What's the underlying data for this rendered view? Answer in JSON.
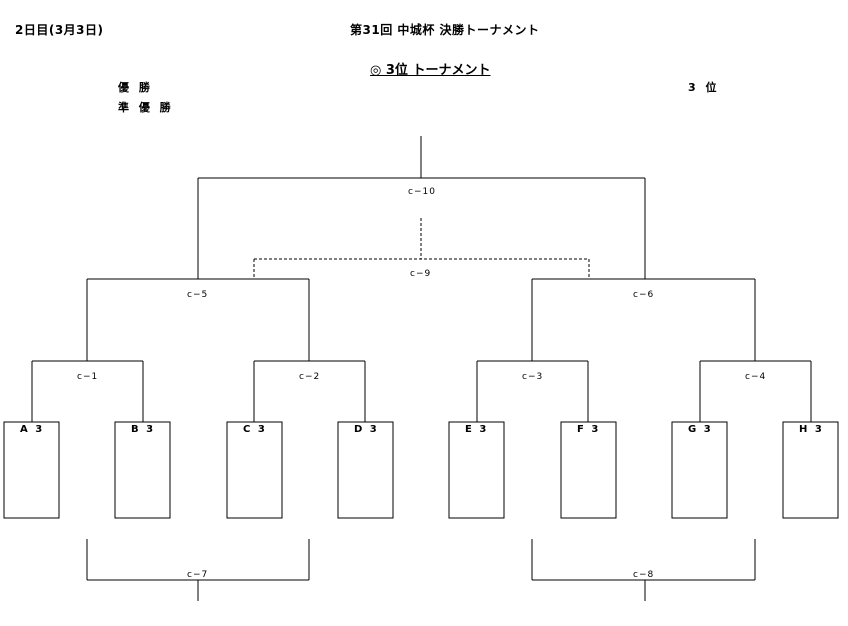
{
  "header": {
    "date": "2日目(3月3日)",
    "title": "第31回  中城杯  決勝トーナメント",
    "subtitle": "◎ 3位 トーナメント"
  },
  "results": {
    "winner_label": "優 勝",
    "runner_up_label": "準 優 勝",
    "third_label": "3 位"
  },
  "matches": {
    "c1": "c−1",
    "c2": "c−2",
    "c3": "c−3",
    "c4": "c−4",
    "c5": "c−5",
    "c6": "c−6",
    "c7": "c−7",
    "c8": "c−8",
    "c9": "c−9",
    "c10": "c−10"
  },
  "teams": [
    "A 3",
    "B 3",
    "C 3",
    "D 3",
    "E 3",
    "F 3",
    "G 3",
    "H 3"
  ]
}
